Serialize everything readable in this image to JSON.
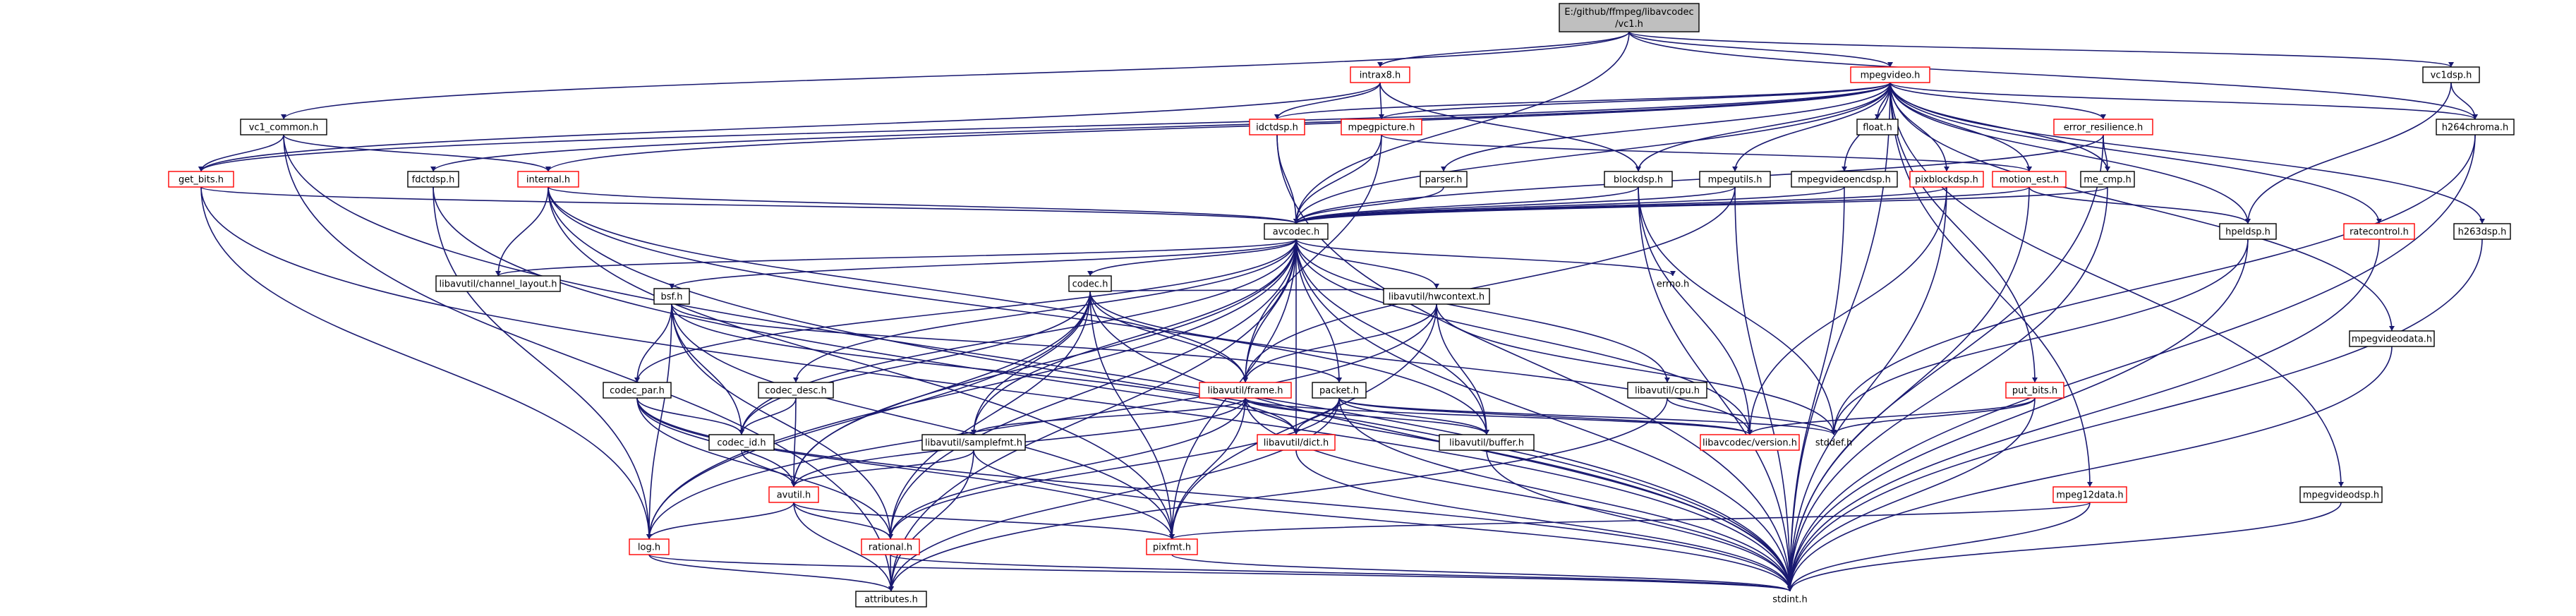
{
  "root": {
    "line1": "E:/github/ffmpeg/libavcodec",
    "line2": "/vc1.h"
  },
  "nodes": [
    {
      "id": "vc1_h",
      "label": "",
      "border": "root"
    },
    {
      "id": "intrax8",
      "label": "intrax8.h",
      "border": "red"
    },
    {
      "id": "mpegvideo",
      "label": "mpegvideo.h",
      "border": "red"
    },
    {
      "id": "vc1dsp",
      "label": "vc1dsp.h",
      "border": "black"
    },
    {
      "id": "vc1_common",
      "label": "vc1_common.h",
      "border": "black"
    },
    {
      "id": "idctdsp",
      "label": "idctdsp.h",
      "border": "red"
    },
    {
      "id": "mpegpicture",
      "label": "mpegpicture.h",
      "border": "red"
    },
    {
      "id": "float",
      "label": "float.h",
      "border": "black"
    },
    {
      "id": "error_resilience",
      "label": "error_resilience.h",
      "border": "red"
    },
    {
      "id": "h264chroma",
      "label": "h264chroma.h",
      "border": "black"
    },
    {
      "id": "get_bits",
      "label": "get_bits.h",
      "border": "red"
    },
    {
      "id": "fdctdsp",
      "label": "fdctdsp.h",
      "border": "black"
    },
    {
      "id": "internal",
      "label": "internal.h",
      "border": "red"
    },
    {
      "id": "parser",
      "label": "parser.h",
      "border": "black"
    },
    {
      "id": "blockdsp",
      "label": "blockdsp.h",
      "border": "black"
    },
    {
      "id": "mpegutils",
      "label": "mpegutils.h",
      "border": "black"
    },
    {
      "id": "mpegvideoencdsp",
      "label": "mpegvideoencdsp.h",
      "border": "black"
    },
    {
      "id": "pixblockdsp",
      "label": "pixblockdsp.h",
      "border": "red"
    },
    {
      "id": "motion_est",
      "label": "motion_est.h",
      "border": "red"
    },
    {
      "id": "me_cmp",
      "label": "me_cmp.h",
      "border": "black"
    },
    {
      "id": "avcodec",
      "label": "avcodec.h",
      "border": "black"
    },
    {
      "id": "hpeldsp",
      "label": "hpeldsp.h",
      "border": "black"
    },
    {
      "id": "ratecontrol",
      "label": "ratecontrol.h",
      "border": "red"
    },
    {
      "id": "h263dsp",
      "label": "h263dsp.h",
      "border": "black"
    },
    {
      "id": "channel_layout",
      "label": "libavutil/channel_layout.h",
      "border": "black"
    },
    {
      "id": "errno",
      "label": "errno.h",
      "border": "none"
    },
    {
      "id": "codec",
      "label": "codec.h",
      "border": "black"
    },
    {
      "id": "hwcontext",
      "label": "libavutil/hwcontext.h",
      "border": "black"
    },
    {
      "id": "bsf",
      "label": "bsf.h",
      "border": "black"
    },
    {
      "id": "codec_desc",
      "label": "codec_desc.h",
      "border": "black"
    },
    {
      "id": "cpu",
      "label": "libavutil/cpu.h",
      "border": "black"
    },
    {
      "id": "mpegvideodata",
      "label": "mpegvideodata.h",
      "border": "black"
    },
    {
      "id": "put_bits",
      "label": "put_bits.h",
      "border": "red"
    },
    {
      "id": "codec_par",
      "label": "codec_par.h",
      "border": "black"
    },
    {
      "id": "frame",
      "label": "libavutil/frame.h",
      "border": "red"
    },
    {
      "id": "packet",
      "label": "packet.h",
      "border": "black"
    },
    {
      "id": "samplefmt",
      "label": "libavutil/samplefmt.h",
      "border": "black"
    },
    {
      "id": "codec_id",
      "label": "codec_id.h",
      "border": "black"
    },
    {
      "id": "dict",
      "label": "libavutil/dict.h",
      "border": "red"
    },
    {
      "id": "buffer",
      "label": "libavutil/buffer.h",
      "border": "black"
    },
    {
      "id": "version",
      "label": "libavcodec/version.h",
      "border": "red"
    },
    {
      "id": "stddef",
      "label": "stddef.h",
      "border": "none"
    },
    {
      "id": "avutil",
      "label": "avutil.h",
      "border": "red"
    },
    {
      "id": "mpeg12data",
      "label": "mpeg12data.h",
      "border": "red"
    },
    {
      "id": "mpegvideodsp",
      "label": "mpegvideodsp.h",
      "border": "black"
    },
    {
      "id": "log",
      "label": "log.h",
      "border": "red"
    },
    {
      "id": "rational",
      "label": "rational.h",
      "border": "red"
    },
    {
      "id": "pixfmt",
      "label": "pixfmt.h",
      "border": "red"
    },
    {
      "id": "attributes",
      "label": "attributes.h",
      "border": "black"
    },
    {
      "id": "stdint",
      "label": "stdint.h",
      "border": "none"
    }
  ],
  "edges": [
    [
      "vc1_h",
      "intrax8"
    ],
    [
      "vc1_h",
      "mpegvideo"
    ],
    [
      "vc1_h",
      "vc1dsp"
    ],
    [
      "vc1_h",
      "vc1_common"
    ],
    [
      "vc1_h",
      "avcodec"
    ],
    [
      "vc1_h",
      "h264chroma"
    ],
    [
      "intrax8",
      "idctdsp"
    ],
    [
      "intrax8",
      "mpegpicture"
    ],
    [
      "intrax8",
      "get_bits"
    ],
    [
      "intrax8",
      "blockdsp"
    ],
    [
      "mpegvideo",
      "idctdsp"
    ],
    [
      "mpegvideo",
      "mpegpicture"
    ],
    [
      "mpegvideo",
      "float"
    ],
    [
      "mpegvideo",
      "error_resilience"
    ],
    [
      "mpegvideo",
      "h264chroma"
    ],
    [
      "mpegvideo",
      "get_bits"
    ],
    [
      "mpegvideo",
      "fdctdsp"
    ],
    [
      "mpegvideo",
      "internal"
    ],
    [
      "mpegvideo",
      "parser"
    ],
    [
      "mpegvideo",
      "blockdsp"
    ],
    [
      "mpegvideo",
      "mpegutils"
    ],
    [
      "mpegvideo",
      "mpegvideoencdsp"
    ],
    [
      "mpegvideo",
      "pixblockdsp"
    ],
    [
      "mpegvideo",
      "motion_est"
    ],
    [
      "mpegvideo",
      "me_cmp"
    ],
    [
      "mpegvideo",
      "avcodec"
    ],
    [
      "mpegvideo",
      "hpeldsp"
    ],
    [
      "mpegvideo",
      "ratecontrol"
    ],
    [
      "mpegvideo",
      "h263dsp"
    ],
    [
      "mpegvideo",
      "mpegvideodata"
    ],
    [
      "mpegvideo",
      "put_bits"
    ],
    [
      "mpegvideo",
      "mpeg12data"
    ],
    [
      "mpegvideo",
      "mpegvideodsp"
    ],
    [
      "mpegvideo",
      "stdint"
    ],
    [
      "vc1dsp",
      "hpeldsp"
    ],
    [
      "vc1dsp",
      "h264chroma"
    ],
    [
      "vc1_common",
      "get_bits"
    ],
    [
      "vc1_common",
      "internal"
    ],
    [
      "vc1_common",
      "stdint"
    ],
    [
      "vc1_common",
      "attributes"
    ],
    [
      "idctdsp",
      "avcodec"
    ],
    [
      "idctdsp",
      "stdint"
    ],
    [
      "mpegpicture",
      "avcodec"
    ],
    [
      "mpegpicture",
      "motion_est"
    ],
    [
      "mpegpicture",
      "frame"
    ],
    [
      "error_resilience",
      "me_cmp"
    ],
    [
      "error_resilience",
      "stdint"
    ],
    [
      "error_resilience",
      "avcodec"
    ],
    [
      "h264chroma",
      "stdint"
    ],
    [
      "h264chroma",
      "stddef"
    ],
    [
      "get_bits",
      "avcodec"
    ],
    [
      "get_bits",
      "stdint"
    ],
    [
      "get_bits",
      "log"
    ],
    [
      "fdctdsp",
      "stdint"
    ],
    [
      "fdctdsp",
      "log"
    ],
    [
      "internal",
      "avcodec"
    ],
    [
      "internal",
      "channel_layout"
    ],
    [
      "internal",
      "stdint"
    ],
    [
      "internal",
      "buffer"
    ],
    [
      "internal",
      "pixfmt"
    ],
    [
      "internal",
      "frame"
    ],
    [
      "parser",
      "avcodec"
    ],
    [
      "blockdsp",
      "avcodec"
    ],
    [
      "blockdsp",
      "stdint"
    ],
    [
      "blockdsp",
      "stddef"
    ],
    [
      "blockdsp",
      "version"
    ],
    [
      "mpegutils",
      "avcodec"
    ],
    [
      "mpegutils",
      "stdint"
    ],
    [
      "mpegutils",
      "frame"
    ],
    [
      "mpegvideoencdsp",
      "avcodec"
    ],
    [
      "mpegvideoencdsp",
      "stdint"
    ],
    [
      "pixblockdsp",
      "avcodec"
    ],
    [
      "pixblockdsp",
      "stdint"
    ],
    [
      "pixblockdsp",
      "version"
    ],
    [
      "motion_est",
      "avcodec"
    ],
    [
      "motion_est",
      "hpeldsp"
    ],
    [
      "motion_est",
      "stdint"
    ],
    [
      "me_cmp",
      "avcodec"
    ],
    [
      "me_cmp",
      "stdint"
    ],
    [
      "avcodec",
      "channel_layout"
    ],
    [
      "avcodec",
      "errno"
    ],
    [
      "avcodec",
      "codec"
    ],
    [
      "avcodec",
      "hwcontext"
    ],
    [
      "avcodec",
      "bsf"
    ],
    [
      "avcodec",
      "codec_desc"
    ],
    [
      "avcodec",
      "cpu"
    ],
    [
      "avcodec",
      "codec_par"
    ],
    [
      "avcodec",
      "frame"
    ],
    [
      "avcodec",
      "packet"
    ],
    [
      "avcodec",
      "samplefmt"
    ],
    [
      "avcodec",
      "codec_id"
    ],
    [
      "avcodec",
      "dict"
    ],
    [
      "avcodec",
      "buffer"
    ],
    [
      "avcodec",
      "version"
    ],
    [
      "avcodec",
      "avutil"
    ],
    [
      "avcodec",
      "log"
    ],
    [
      "avcodec",
      "rational"
    ],
    [
      "avcodec",
      "pixfmt"
    ],
    [
      "avcodec",
      "attributes"
    ],
    [
      "avcodec",
      "stdint"
    ],
    [
      "hpeldsp",
      "stdint"
    ],
    [
      "hpeldsp",
      "stddef"
    ],
    [
      "ratecontrol",
      "stdint"
    ],
    [
      "h263dsp",
      "stdint"
    ],
    [
      "codec",
      "hwcontext"
    ],
    [
      "codec",
      "codec_id"
    ],
    [
      "codec",
      "frame"
    ],
    [
      "codec",
      "samplefmt"
    ],
    [
      "codec",
      "avutil"
    ],
    [
      "codec",
      "log"
    ],
    [
      "codec",
      "pixfmt"
    ],
    [
      "codec",
      "rational"
    ],
    [
      "codec",
      "stdint"
    ],
    [
      "codec",
      "version"
    ],
    [
      "hwcontext",
      "buffer"
    ],
    [
      "hwcontext",
      "frame"
    ],
    [
      "hwcontext",
      "pixfmt"
    ],
    [
      "hwcontext",
      "stddef"
    ],
    [
      "hwcontext",
      "log"
    ],
    [
      "bsf",
      "codec_par"
    ],
    [
      "bsf",
      "codec_id"
    ],
    [
      "bsf",
      "packet"
    ],
    [
      "bsf",
      "dict"
    ],
    [
      "bsf",
      "log"
    ],
    [
      "bsf",
      "rational"
    ],
    [
      "bsf",
      "pixfmt"
    ],
    [
      "codec_desc",
      "codec_id"
    ],
    [
      "codec_desc",
      "avutil"
    ],
    [
      "cpu",
      "stddef"
    ],
    [
      "cpu",
      "attributes"
    ],
    [
      "mpegvideodata",
      "stdint"
    ],
    [
      "put_bits",
      "stdint"
    ],
    [
      "put_bits",
      "stddef"
    ],
    [
      "put_bits",
      "version"
    ],
    [
      "codec_par",
      "codec_id"
    ],
    [
      "codec_par",
      "avutil"
    ],
    [
      "codec_par",
      "rational"
    ],
    [
      "codec_par",
      "pixfmt"
    ],
    [
      "codec_par",
      "stdint"
    ],
    [
      "frame",
      "avutil"
    ],
    [
      "frame",
      "buffer"
    ],
    [
      "frame",
      "dict"
    ],
    [
      "frame",
      "rational"
    ],
    [
      "frame",
      "samplefmt"
    ],
    [
      "frame",
      "pixfmt"
    ],
    [
      "frame",
      "stdint"
    ],
    [
      "frame",
      "version"
    ],
    [
      "packet",
      "buffer"
    ],
    [
      "packet",
      "dict"
    ],
    [
      "packet",
      "rational"
    ],
    [
      "packet",
      "stddef"
    ],
    [
      "packet",
      "stdint"
    ],
    [
      "packet",
      "version"
    ],
    [
      "packet",
      "attributes"
    ],
    [
      "samplefmt",
      "avutil"
    ],
    [
      "samplefmt",
      "stdint"
    ],
    [
      "samplefmt",
      "attributes"
    ],
    [
      "codec_id",
      "avutil"
    ],
    [
      "dict",
      "stdint"
    ],
    [
      "buffer",
      "stdint"
    ],
    [
      "avutil",
      "log"
    ],
    [
      "avutil",
      "rational"
    ],
    [
      "avutil",
      "pixfmt"
    ],
    [
      "avutil",
      "attributes"
    ],
    [
      "mpeg12data",
      "pixfmt"
    ],
    [
      "mpeg12data",
      "stdint"
    ],
    [
      "mpegvideodsp",
      "stdint"
    ],
    [
      "log",
      "attributes"
    ],
    [
      "log",
      "stdint"
    ],
    [
      "rational",
      "attributes"
    ],
    [
      "rational",
      "stdint"
    ],
    [
      "pixfmt",
      "stdint"
    ]
  ]
}
